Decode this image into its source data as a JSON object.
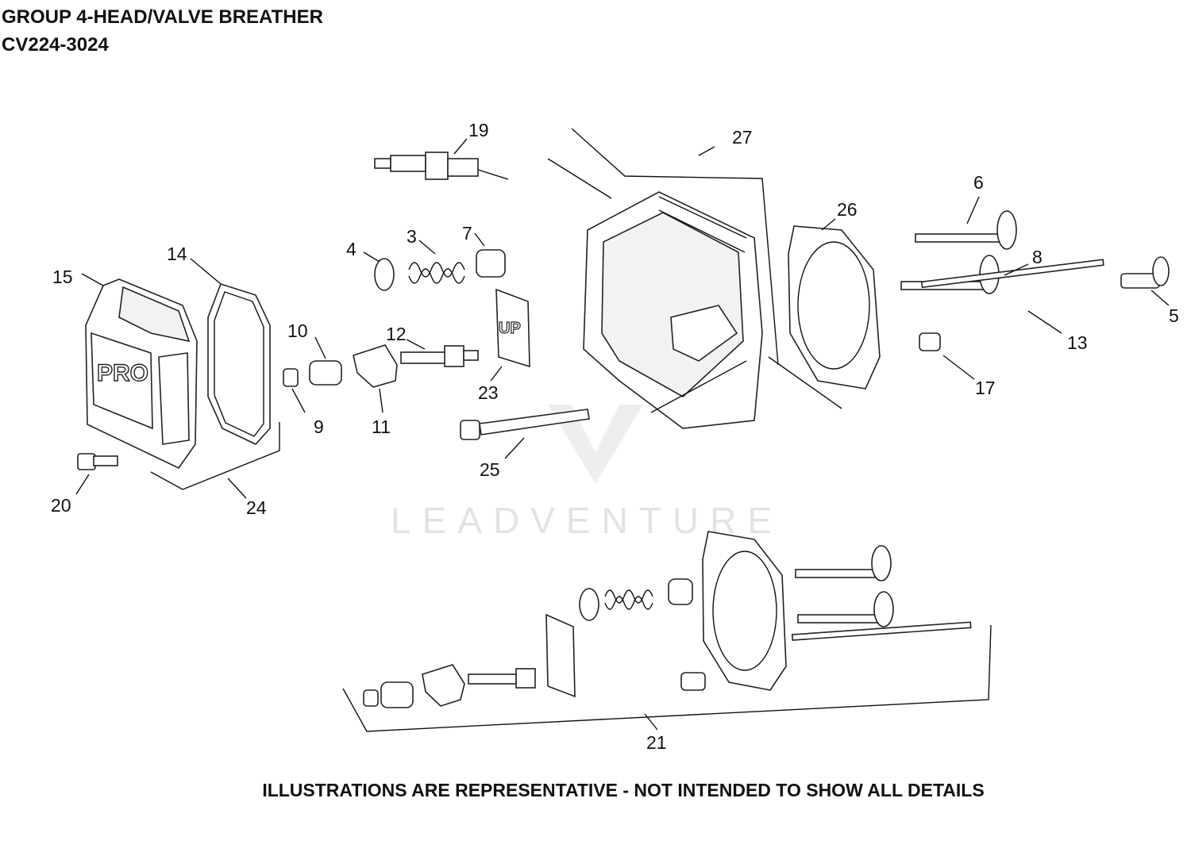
{
  "header": {
    "title_line1": "GROUP 4-HEAD/VALVE BREATHER",
    "title_line2": "CV224-3024"
  },
  "footer": {
    "note": "ILLUSTRATIONS ARE REPRESENTATIVE - NOT INTENDED TO SHOW ALL DETAILS"
  },
  "watermark": {
    "text": "LEADVENTURE",
    "color": "#e3e3e3"
  },
  "cover": {
    "logo_text": "PRO"
  },
  "plate": {
    "mark": "UP"
  },
  "callouts": {
    "c3": "3",
    "c4": "4",
    "c5": "5",
    "c6": "6",
    "c7": "7",
    "c8": "8",
    "c9": "9",
    "c10": "10",
    "c11": "11",
    "c12": "12",
    "c13": "13",
    "c14": "14",
    "c15": "15",
    "c17": "17",
    "c19": "19",
    "c20": "20",
    "c21": "21",
    "c23": "23",
    "c24": "24",
    "c25": "25",
    "c26": "26",
    "c27": "27"
  }
}
